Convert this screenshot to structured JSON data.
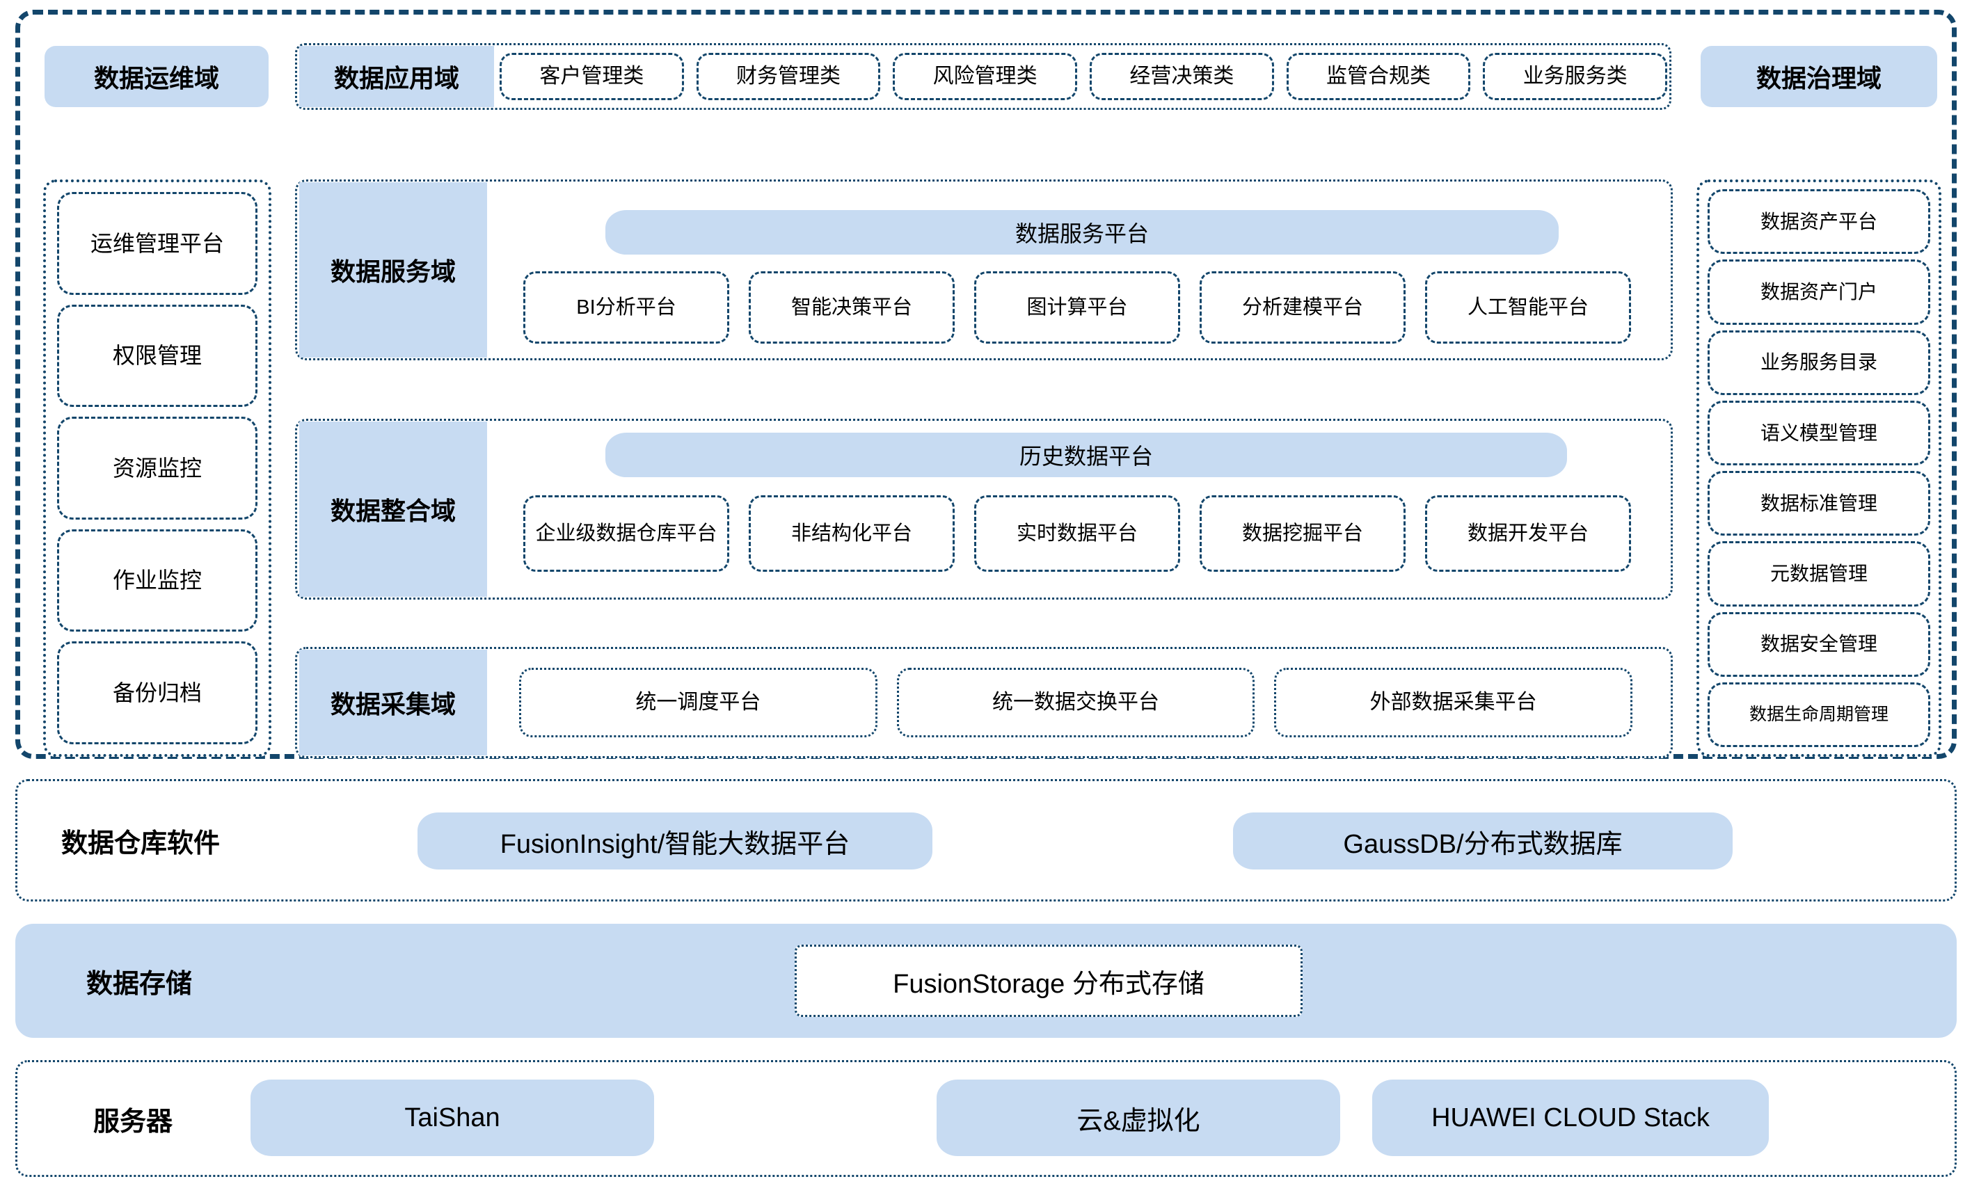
{
  "colors": {
    "frame_navy": "#13466b",
    "fill_blue": "#c7dbf2",
    "text_black": "#000000",
    "background": "#ffffff"
  },
  "ops_domain": {
    "title": "数据运维域",
    "items": [
      {
        "label": "运维管理平台"
      },
      {
        "label": "权限管理"
      },
      {
        "label": "资源监控"
      },
      {
        "label": "作业监控"
      },
      {
        "label": "备份归档"
      }
    ]
  },
  "app_domain": {
    "title": "数据应用域",
    "categories": [
      {
        "label": "客户管理类"
      },
      {
        "label": "财务管理类"
      },
      {
        "label": "风险管理类"
      },
      {
        "label": "经营决策类"
      },
      {
        "label": "监管合规类"
      },
      {
        "label": "业务服务类"
      }
    ]
  },
  "gov_domain": {
    "title": "数据治理域",
    "items": [
      {
        "label": "数据资产平台"
      },
      {
        "label": "数据资产门户"
      },
      {
        "label": "业务服务目录"
      },
      {
        "label": "语义模型管理"
      },
      {
        "label": "数据标准管理"
      },
      {
        "label": "元数据管理"
      },
      {
        "label": "数据安全管理"
      },
      {
        "label": "数据生命周期管理"
      }
    ]
  },
  "service_domain": {
    "title": "数据服务域",
    "platform_bar": "数据服务平台",
    "items": [
      {
        "label": "BI分析平台"
      },
      {
        "label": "智能决策平台"
      },
      {
        "label": "图计算平台"
      },
      {
        "label": "分析建模平台"
      },
      {
        "label": "人工智能平台"
      }
    ]
  },
  "integration_domain": {
    "title": "数据整合域",
    "platform_bar": "历史数据平台",
    "items": [
      {
        "label": "企业级数据仓库平台"
      },
      {
        "label": "非结构化平台"
      },
      {
        "label": "实时数据平台"
      },
      {
        "label": "数据挖掘平台"
      },
      {
        "label": "数据开发平台"
      }
    ]
  },
  "collection_domain": {
    "title": "数据采集域",
    "items": [
      {
        "label": "统一调度平台"
      },
      {
        "label": "统一数据交换平台"
      },
      {
        "label": "外部数据采集平台"
      }
    ]
  },
  "warehouse_software_layer": {
    "title": "数据仓库软件",
    "items": [
      {
        "label": "FusionInsight/智能大数据平台"
      },
      {
        "label": "GaussDB/分布式数据库"
      }
    ]
  },
  "storage_layer": {
    "title": "数据存储",
    "items": [
      {
        "label": "FusionStorage 分布式存储"
      }
    ]
  },
  "server_layer": {
    "title": "服务器",
    "items": [
      {
        "label": "TaiShan"
      },
      {
        "label": "云&虚拟化"
      },
      {
        "label": "HUAWEI CLOUD Stack"
      }
    ]
  }
}
